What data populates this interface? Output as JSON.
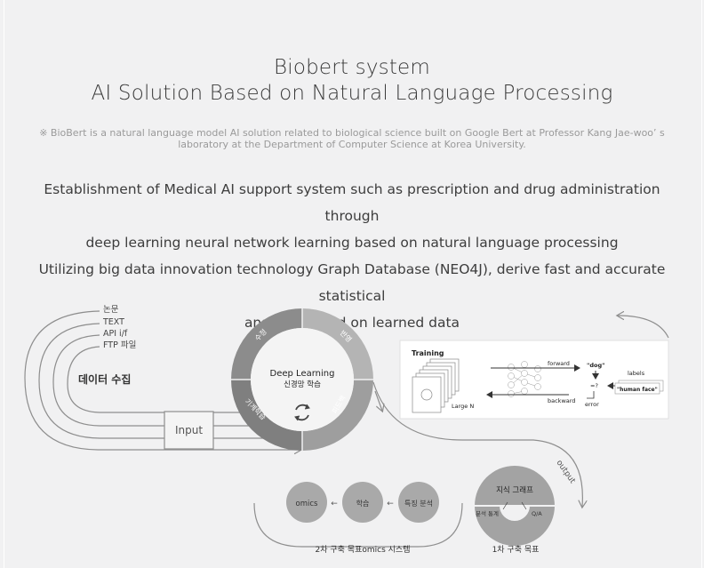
{
  "header": {
    "title_line1": "Biobert system",
    "title_line2": "AI Solution Based on Natural Language Processing"
  },
  "note": {
    "line1": "※ BioBert is a natural language model AI solution related to biological science built on Google Bert at Professor Kang Jae-woo’ s",
    "line2": "laboratory at the Department of Computer Science at Korea University."
  },
  "description": {
    "line1": "Establishment of Medical AI support system such as prescription and drug administration through",
    "line2": "deep learning neural network learning based on natural language processing",
    "line3": "Utilizing big data innovation technology Graph Database (NEO4J), derive fast and accurate statistical",
    "line4": "analysis based on learned data"
  },
  "diagram": {
    "sources": [
      "논문",
      "TEXT",
      "API i/f",
      "FTP 파일"
    ],
    "data_collection_label": "데이터 수집",
    "input_label": "Input",
    "ring_center_line1": "Deep Learning",
    "ring_center_line2": "신경망 학습",
    "ring_segments": [
      "수정",
      "반영",
      "피드백",
      "기계학습"
    ],
    "cycle_icon": "refresh-cycle-icon",
    "output_label": "output",
    "training_panel": {
      "title": "Training",
      "forward": "forward",
      "backward": "backward",
      "dog": "\"dog\"",
      "compare": "=?",
      "labels": "labels",
      "human_face": "\"human face\"",
      "large_n": "Large N",
      "error": "error"
    },
    "knowledge": {
      "title": "지식 그래프",
      "left": "분석 통계",
      "right": "Q/A",
      "caption": "1차 구축 목표"
    },
    "omics_flow": {
      "nodes": [
        "omics",
        "학습",
        "특징 분석"
      ],
      "arrow": "←",
      "caption": "2차 구축 목표omics 시스템"
    },
    "colors": {
      "ring_dark": "#8c8c8c",
      "ring_light": "#b4b4b4",
      "node_fill": "#a9a9a9",
      "line": "#8e8e8e"
    }
  }
}
